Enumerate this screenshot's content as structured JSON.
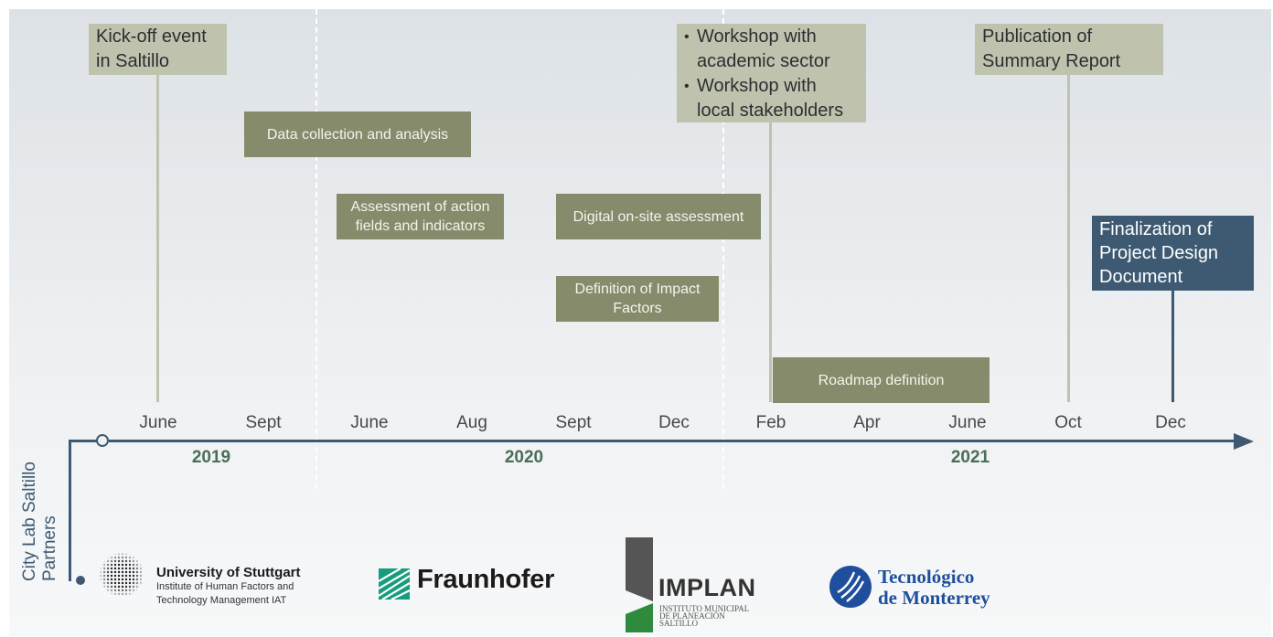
{
  "milestones": {
    "kickoff": "Kick-off event in Saltillo",
    "workshop_academic": "Workshop with academic sector",
    "workshop_local": "Workshop with local stakeholders",
    "publication": "Publication of Summary Report",
    "finalization": "Finalization of Project Design Document"
  },
  "tasks": {
    "data_collection": "Data collection and analysis",
    "assessment": "Assessment of action fields and indicators",
    "digital": "Digital on-site assessment",
    "impact": "Definition of Impact Factors",
    "roadmap": "Roadmap definition"
  },
  "months": [
    "June",
    "Sept",
    "June",
    "Aug",
    "Sept",
    "Dec",
    "Feb",
    "Apr",
    "June",
    "Oct",
    "Dec"
  ],
  "years": [
    "2019",
    "2020",
    "2021"
  ],
  "partners_label": "City Lab Saltillo Partners",
  "partners": {
    "ustutt": {
      "name": "University of Stuttgart",
      "line1": "Institute of Human Factors and",
      "line2": "Technology Management IAT"
    },
    "fraunhofer": {
      "name": "Fraunhofer"
    },
    "implan": {
      "name": "IMPLAN",
      "line1": "INSTITUTO MUNICIPAL",
      "line2": "DE PLANEACIÓN",
      "line3": "SALTILLO"
    },
    "tec": {
      "line1": "Tecnológico",
      "line2": "de Monterrey"
    }
  },
  "colors": {
    "milestone": "#bfc3ad",
    "task": "#868b6b",
    "axis": "#3d5a72",
    "year": "#4a6e57",
    "fraunhofer": "#179c7d",
    "implan_green": "#2e8b3e",
    "tec_blue": "#1f4f9c"
  }
}
